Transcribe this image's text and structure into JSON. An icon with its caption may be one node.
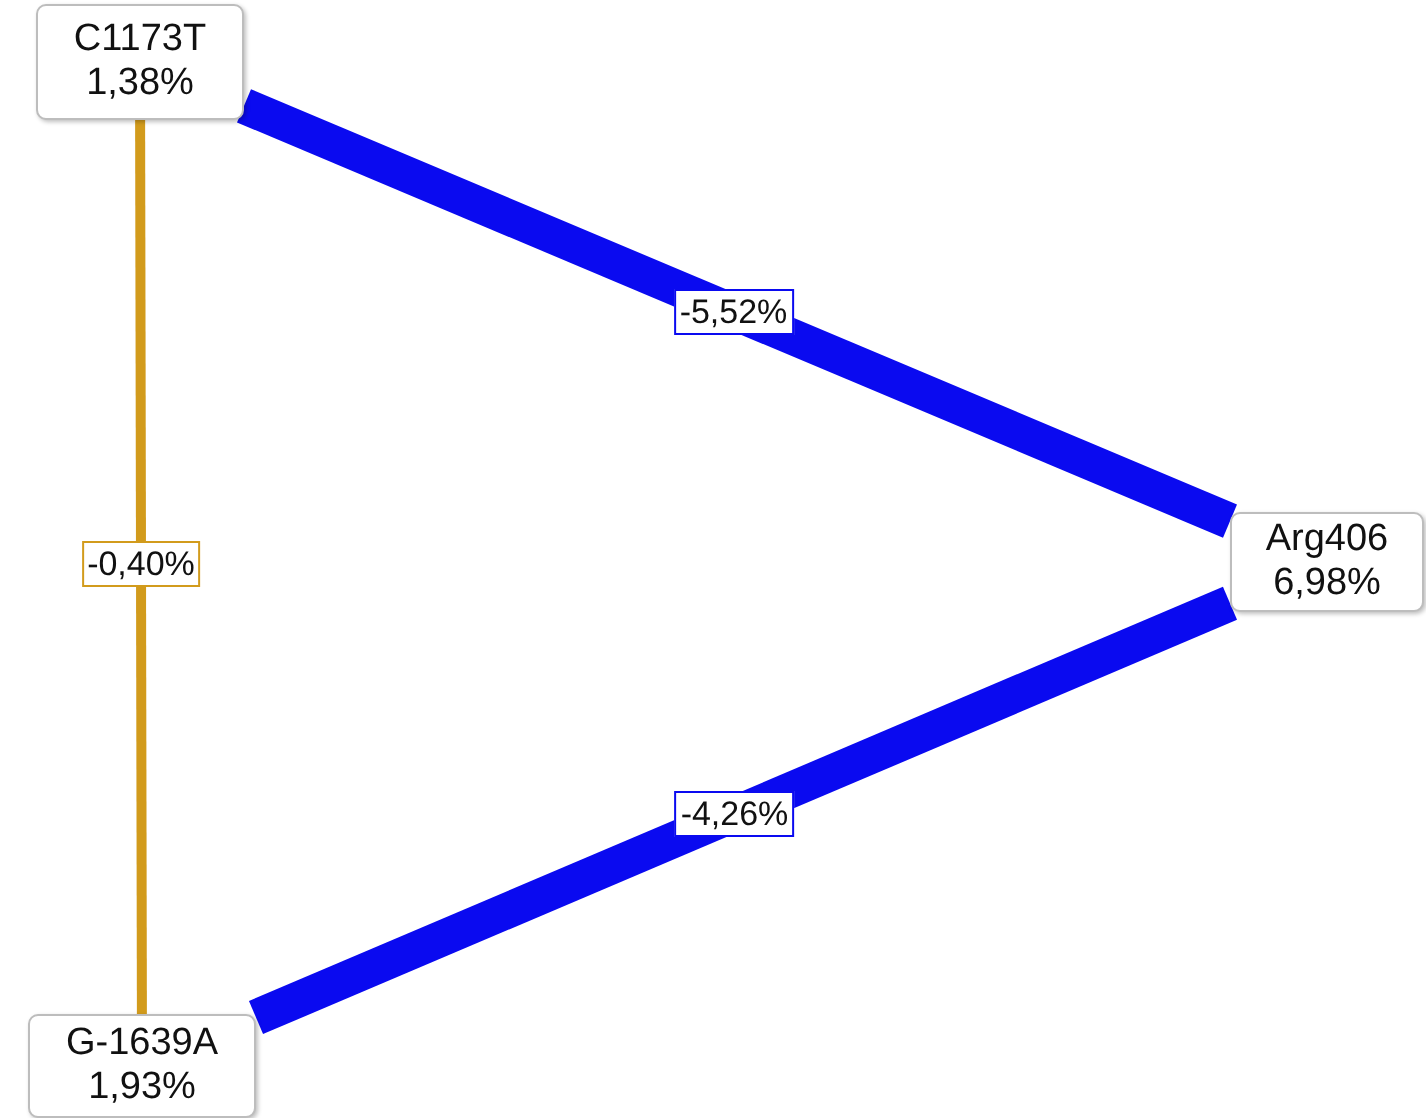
{
  "diagram": {
    "nodes": [
      {
        "text": [
          "C1173T",
          "1,38%"
        ]
      },
      {
        "text": [
          "Arg406",
          "6,98%"
        ]
      },
      {
        "text": [
          "G-1639A",
          "1,93%"
        ]
      }
    ],
    "edges": [
      {
        "from": 0,
        "to": 1,
        "arrow": "none",
        "label": "-5,52%"
      },
      {
        "from": 0,
        "to": 2,
        "arrow": "none",
        "label": "-0,40%",
        "color": "#d29b1c"
      },
      {
        "from": 2,
        "to": 1,
        "arrow": "none",
        "label": "-4,26%"
      }
    ]
  }
}
